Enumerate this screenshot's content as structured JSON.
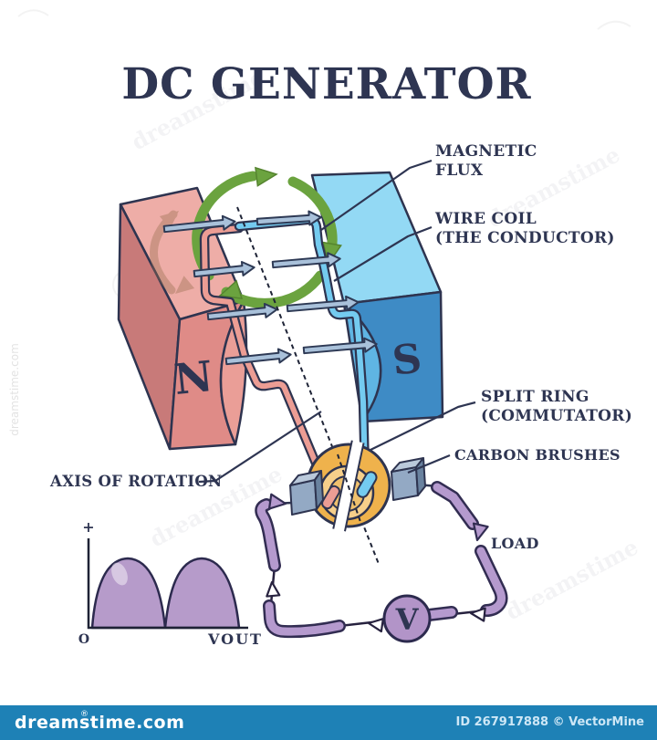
{
  "title": "DC GENERATOR",
  "labels": {
    "magnetic_flux_1": "MAGNETIC",
    "magnetic_flux_2": "FLUX",
    "wire_coil_1": "WIRE COIL",
    "wire_coil_2": "(THE CONDUCTOR)",
    "split_ring_1": "SPLIT RING",
    "split_ring_2": "(COMMUTATOR)",
    "carbon_brushes": "CARBON BRUSHES",
    "axis_of_rotation": "AXIS OF ROTATION",
    "load": "LOAD"
  },
  "magnet_poles": {
    "north": "N",
    "south": "S"
  },
  "voltmeter_symbol": "V",
  "output_graph": {
    "y_plus_label": "+",
    "origin_label": "O",
    "x_axis_label": "VOUT"
  },
  "chart_data": {
    "type": "area",
    "title": "DC generator output (pulsating DC)",
    "xlabel": "VOUT",
    "ylabel": "+",
    "description": "Two equal positive half-sine humps above the baseline (rectified sine)",
    "x_range": [
      0,
      1
    ],
    "y_range": [
      0,
      1
    ],
    "points": [
      [
        0,
        0
      ],
      [
        0.125,
        0.85
      ],
      [
        0.25,
        1
      ],
      [
        0.375,
        0.85
      ],
      [
        0.5,
        0
      ],
      [
        0.625,
        0.85
      ],
      [
        0.75,
        1
      ],
      [
        0.875,
        0.85
      ],
      [
        1,
        0
      ]
    ],
    "grid": false,
    "legend": false
  },
  "watermark": {
    "brand_text": "dreamstime",
    "brand_vertical": "dreamstime.com"
  },
  "footer": {
    "brand": "dreamstime.com",
    "registered_mark": "®",
    "credit": "ID 267917888 © VectorMine"
  },
  "colors": {
    "outline": "#2e3450",
    "label_text": "#2e3552",
    "magnet_n_top": "#eeada7",
    "magnet_n_front": "#df8b87",
    "magnet_n_side": "#c87a79",
    "magnet_n_pole_face": "#ea9e97",
    "magnet_s_top": "#93d9f4",
    "magnet_s_front": "#3e8bc5",
    "magnet_s_pole_face": "#5fb5e3",
    "coil_blue": "#74cbf0",
    "coil_pink": "#ec9d94",
    "flux_green": "#6ba33f",
    "field_arrow_fill": "#a9c1da",
    "commutator_gold": "#efb24c",
    "commutator_inner": "#f6cf8a",
    "brush_front": "#93a9c4",
    "brush_top": "#bac9db",
    "brush_side": "#69829f",
    "circuit_purple": "#b59ace",
    "voltmeter_fill": "#b294c8",
    "graph_fill": "#b69bca",
    "footer_bar": "#1e81b6"
  }
}
